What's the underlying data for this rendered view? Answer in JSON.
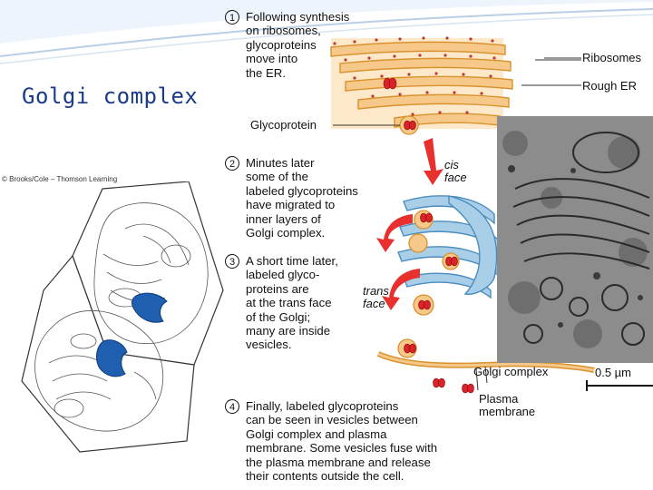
{
  "slide": {
    "title": "Golgi complex",
    "copyright": "© Brooks/Cole – Thomson Learning"
  },
  "steps": [
    {
      "number": "1",
      "text": "Following synthesis\non ribosomes,\nglycoproteins\nmove into\nthe ER."
    },
    {
      "number": "2",
      "text": "Minutes later\nsome of the\nlabeled glycoproteins\nhave migrated to\ninner layers of\nGolgi complex."
    },
    {
      "number": "3",
      "text": "A short time later,\nlabeled glyco-\nproteins are\nat the trans face\nof the Golgi;\nmany are inside\nvesicles."
    },
    {
      "number": "4",
      "text": "Finally, labeled glycoproteins\ncan be seen in vesicles between\nGolgi complex and plasma\nmembrane. Some vesicles fuse with\nthe plasma membrane and release\ntheir contents outside the cell."
    }
  ],
  "labels": {
    "ribosomes": "Ribosomes",
    "rough_er": "Rough ER",
    "glycoprotein": "Glycoprotein",
    "cis_face": "cis\nface",
    "trans_face": "trans\nface",
    "golgi_complex": "Golgi complex",
    "plasma_membrane": "Plasma\nmembrane",
    "scale": "0.5 µm"
  },
  "colors": {
    "title": "#1a3a8a",
    "er_fill": "#f6c98a",
    "er_stroke": "#d9922e",
    "golgi_fill": "#a9cfe8",
    "golgi_stroke": "#4a8dbf",
    "glycoprotein": "#d8232a",
    "cell_highlight": "#1f5fb0"
  }
}
